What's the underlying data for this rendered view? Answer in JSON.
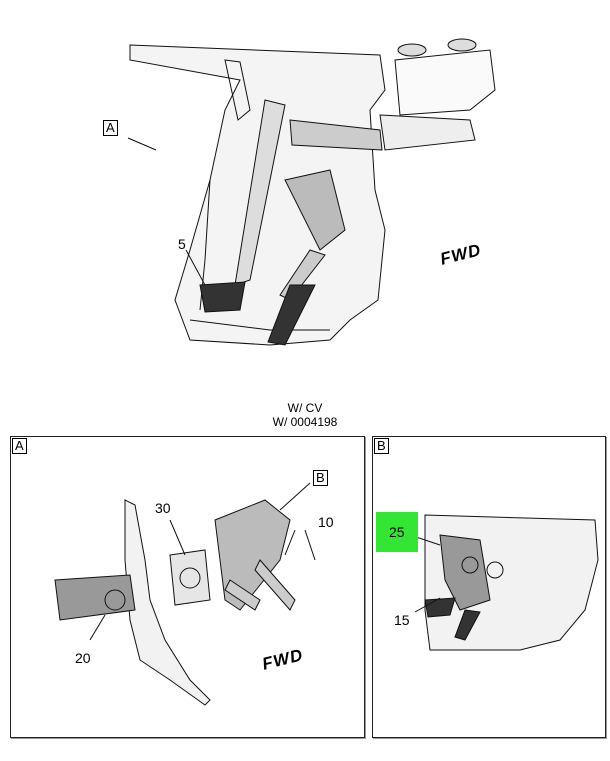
{
  "main_view": {
    "view_label": "A",
    "callouts": [
      "5"
    ],
    "fwd_label": "FWD"
  },
  "caption": {
    "line1": "W/ CV",
    "line2": "W/ 0004198"
  },
  "detail_a": {
    "corner_label": "A",
    "view_ref": "B",
    "callouts": [
      "30",
      "10",
      "20"
    ],
    "fwd_label": "FWD"
  },
  "detail_b": {
    "corner_label": "B",
    "callouts": [
      "25",
      "15"
    ],
    "highlight_color": "#33e633"
  }
}
